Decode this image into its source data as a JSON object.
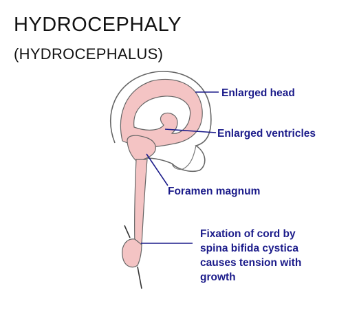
{
  "title": "HYDROCEPHALY",
  "subtitle": "(HYDROCEPHALUS)",
  "labels": {
    "enlarged_head": "Enlarged head",
    "enlarged_ventricles": "Enlarged ventricles",
    "foramen_magnum": "Foramen magnum",
    "fixation": [
      "Fixation of cord by",
      "spina bifida cystica",
      "causes tension with",
      "growth"
    ]
  },
  "colors": {
    "tissue": "#f4c4c4",
    "outline": "#555555",
    "label_text": "#1b1b8a",
    "leader_line": "#1b1b8a"
  }
}
